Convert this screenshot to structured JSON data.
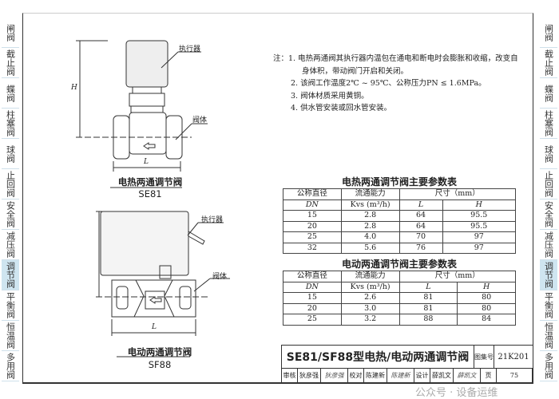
{
  "side_tabs": [
    "闸阀",
    "截止阀",
    "蝶阀",
    "柱塞阀",
    "球阀",
    "止回阀",
    "安全阀",
    "减压阀",
    "调节阀",
    "平衡阀",
    "恒温阀",
    "多用阀"
  ],
  "active_tab": "调节阀",
  "notes": {
    "prefix": "注：",
    "items": [
      "1. 电热两通阀其执行器内温包在通电和断电时会膨胀和收缩，改变自",
      "身体积，带动阀门开启和关闭。",
      "2. 该阀工作温度2℃ ~ 95℃、公称压力PN ≤ 1.6MPa。",
      "3. 阀体材质采用黄铜。",
      "4. 供水管安装或回水管安装。"
    ]
  },
  "drawing1": {
    "actuator": "执行器",
    "body": "阀体",
    "dim_h": "H",
    "dim_l": "L",
    "caption": "电热两通调节阀",
    "model": "SE81"
  },
  "drawing2": {
    "actuator": "执行器",
    "body": "阀体",
    "dim_l": "L",
    "caption": "电动两通调节阀",
    "model": "SF88"
  },
  "table1": {
    "title": "电热两通调节阀主要参数表",
    "h_dn": "公称直径",
    "h_dn2": "DN",
    "h_kv": "流通能力",
    "h_kv2": "Kvs (m³/h)",
    "h_size": "尺寸（mm）",
    "h_l": "L",
    "h_h": "H",
    "rows": [
      [
        "15",
        "2.8",
        "64",
        "95.5"
      ],
      [
        "20",
        "2.8",
        "64",
        "95.5"
      ],
      [
        "25",
        "4.0",
        "70",
        "97"
      ],
      [
        "32",
        "5.6",
        "76",
        "97"
      ]
    ]
  },
  "table2": {
    "title": "电动两通调节阀主要参数表",
    "h_dn": "公称直径",
    "h_dn2": "DN",
    "h_kv": "流通能力",
    "h_kv2": "Kvs (m³/h)",
    "h_size": "尺寸（mm）",
    "h_l": "L",
    "h_h": "H",
    "rows": [
      [
        "15",
        "2.6",
        "81",
        "80"
      ],
      [
        "20",
        "3.0",
        "81",
        "80"
      ],
      [
        "25",
        "3.2",
        "88",
        "84"
      ]
    ]
  },
  "title_block": {
    "title": "SE81/SF88型电热/电动两通调节阀",
    "atlas_label": "图集号",
    "atlas_no": "21K201",
    "sign": [
      "审核",
      "狄彦强",
      "狄彦强",
      "校对",
      "陈建新",
      "陈建新",
      "设计",
      "薛凯文",
      "薛凯文",
      "页",
      "75"
    ]
  },
  "watermark": "公众号 · 设备运维"
}
